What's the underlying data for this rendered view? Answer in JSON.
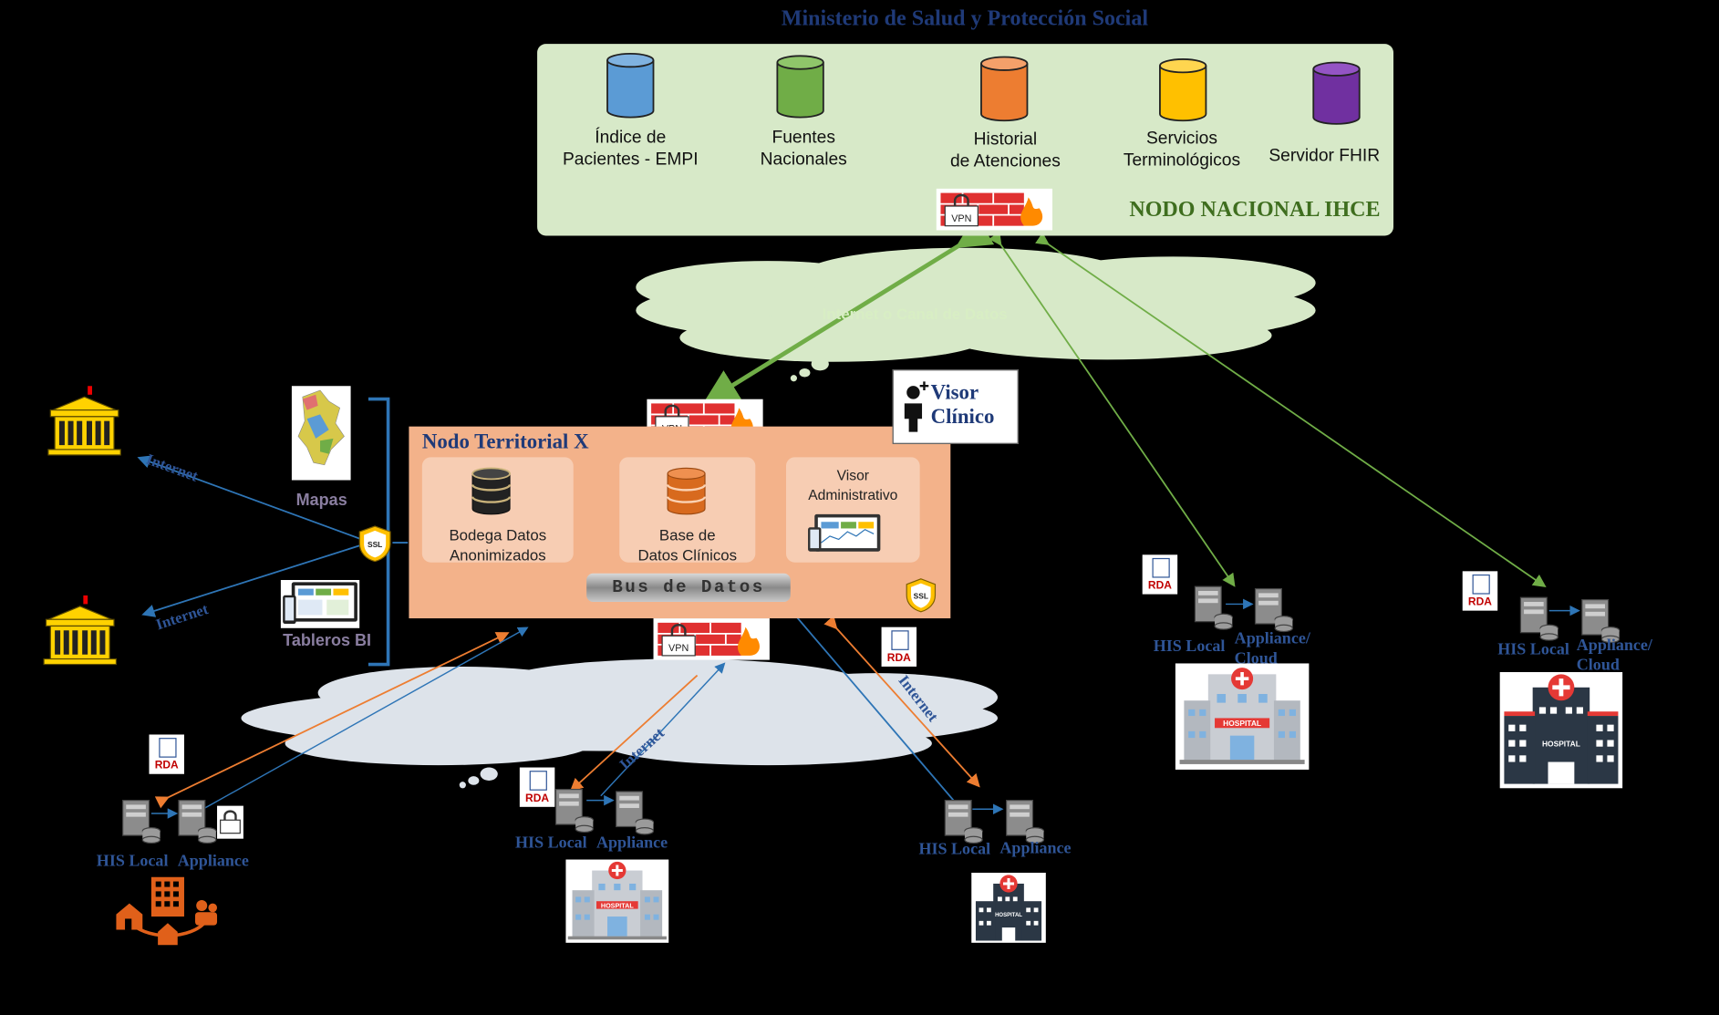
{
  "header": {
    "title": "Ministerio de Salud y Protección Social"
  },
  "national_node": {
    "label": "NODO NACIONAL IHCE",
    "databases": [
      {
        "label_1": "Índice de",
        "label_2": "Pacientes - EMPI",
        "color": "#5b9bd5"
      },
      {
        "label_1": "Fuentes",
        "label_2": "Nacionales",
        "color": "#70ad47"
      },
      {
        "label_1": "Historial",
        "label_2": "de Atenciones",
        "color": "#ed7d31"
      },
      {
        "label_1": "Servicios",
        "label_2": "Terminológicos",
        "color": "#ffc000"
      },
      {
        "label_1": "Servidor FHIR",
        "label_2": "",
        "color": "#7030a0"
      }
    ]
  },
  "firewall_label": "VPN",
  "cloud_label": "Internet o Canal  de Datos",
  "territorial_node": {
    "title": "Nodo Territorial X",
    "bodega_1": "Bodega Datos",
    "bodega_2": "Anonimizados",
    "base_1": "Base de",
    "base_2": "Datos Clínicos",
    "visor_admin_1": "Visor",
    "visor_admin_2": "Administrativo",
    "bus": "Bus de Datos",
    "ssl": "SSL"
  },
  "visor_clinico": {
    "line_1": "Visor",
    "line_2": "Clínico"
  },
  "left_panel": {
    "maps": "Mapas",
    "dashboards": "Tableros BI",
    "ssl": "SSL"
  },
  "connections": {
    "internet": "Internet"
  },
  "sites": {
    "his": "HIS Local",
    "appliance": "Appliance",
    "appliance_cloud_1": "Appliance/",
    "appliance_cloud_2": "Cloud",
    "rda": "RDA",
    "hospital": "HOSPITAL"
  },
  "colors": {
    "green": "#70ad47",
    "blue": "#2e75b6",
    "orange": "#ed7d31",
    "red": "#c00000"
  }
}
